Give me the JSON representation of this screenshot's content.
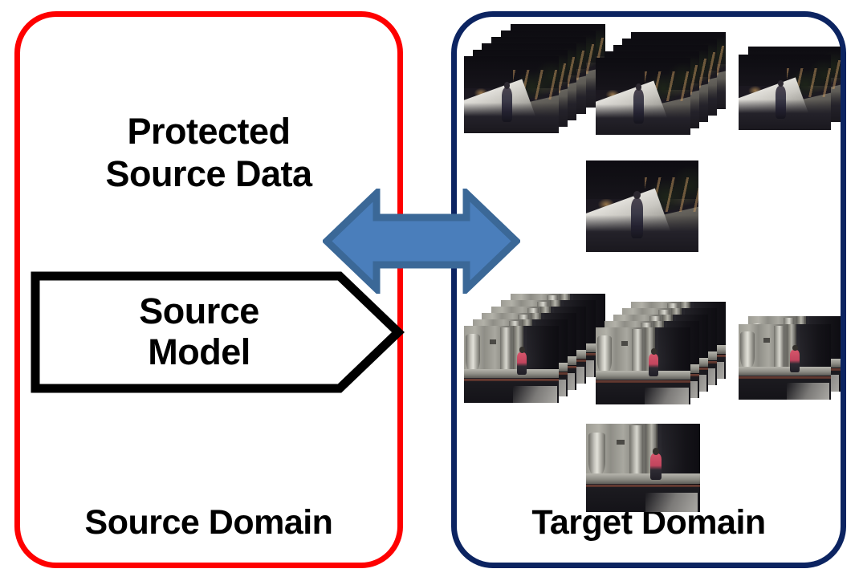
{
  "figure": {
    "title": "Source-free domain adaptation overview",
    "type": "diagram"
  },
  "source_panel": {
    "border_color": "#fe0000",
    "heading_line1": "Protected",
    "heading_line2": "Source Data",
    "caption": "Source Domain",
    "model_box": {
      "line1": "Source",
      "line2": "Model",
      "shape": "pentagon-arrow-right",
      "fill": "#ffffff",
      "stroke": "#000000"
    }
  },
  "target_panel": {
    "border_color": "#0c2461",
    "caption": "Target Domain",
    "thumbnail_groups": [
      {
        "id": "night-walkway",
        "scene": "night-walkway-pedestrian",
        "items": [
          {
            "name": "clip-stack-1",
            "frames": 6
          },
          {
            "name": "clip-stack-2",
            "frames": 5
          },
          {
            "name": "clip-stack-3",
            "frames": 2
          },
          {
            "name": "clip-single",
            "frames": 1
          }
        ]
      },
      {
        "id": "platform-pipes",
        "scene": "platform-pipes-person-pink",
        "items": [
          {
            "name": "clip-stack-1",
            "frames": 6
          },
          {
            "name": "clip-stack-2",
            "frames": 5
          },
          {
            "name": "clip-stack-3",
            "frames": 2
          },
          {
            "name": "clip-single",
            "frames": 1
          }
        ]
      }
    ]
  },
  "transfer_arrow": {
    "name": "bidirectional-arrow",
    "direction": "both",
    "fill": "#4a7ebb",
    "stroke": "#3b6897"
  }
}
